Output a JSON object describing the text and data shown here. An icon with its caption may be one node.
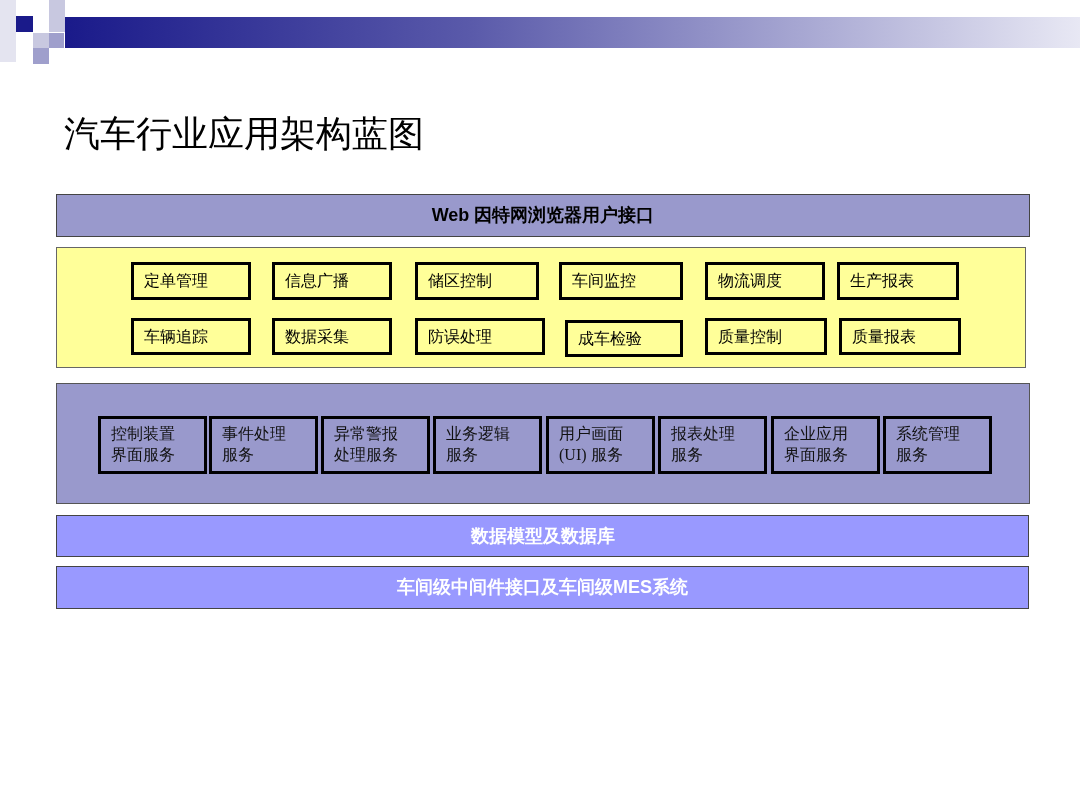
{
  "diagram": {
    "title": "汽车行业应用架构蓝图",
    "nodes": [
      {
        "text": [
          "Web 因特网浏览器用户接口"
        ]
      },
      {
        "text": [],
        "shape": "box"
      },
      {
        "text": [
          "定单管理"
        ],
        "in": 1
      },
      {
        "text": [
          "信息广播"
        ],
        "in": 1
      },
      {
        "text": [
          "储区控制"
        ],
        "in": 1
      },
      {
        "text": [
          "车间监控"
        ],
        "in": 1
      },
      {
        "text": [
          "物流调度"
        ],
        "in": 1
      },
      {
        "text": [
          "生产报表"
        ],
        "in": 1
      },
      {
        "text": [
          "车辆追踪"
        ],
        "in": 1
      },
      {
        "text": [
          "数据采集"
        ],
        "in": 1
      },
      {
        "text": [
          "防误处理"
        ],
        "in": 1
      },
      {
        "text": [
          "成车检验"
        ],
        "in": 1
      },
      {
        "text": [
          "质量控制"
        ],
        "in": 1
      },
      {
        "text": [
          "质量报表"
        ],
        "in": 1
      },
      {
        "text": [],
        "shape": "box"
      },
      {
        "text": [
          "控制装置界面服务"
        ],
        "in": 14
      },
      {
        "text": [
          "事件处理服务"
        ],
        "in": 14
      },
      {
        "text": [
          "异常警报处理服务"
        ],
        "in": 14
      },
      {
        "text": [
          "业务逻辑服务"
        ],
        "in": 14
      },
      {
        "text": [
          "用户画面(UI) 服务"
        ],
        "in": 14
      },
      {
        "text": [
          "报表处理服务"
        ],
        "in": 14
      },
      {
        "text": [
          "企业应用界面服务"
        ],
        "in": 14
      },
      {
        "text": [
          "系统管理服务"
        ],
        "in": 14
      },
      {
        "text": [
          "数据模型及数据库"
        ]
      },
      {
        "text": [
          "车间级中间件接口及车间级MES系统"
        ]
      }
    ]
  }
}
